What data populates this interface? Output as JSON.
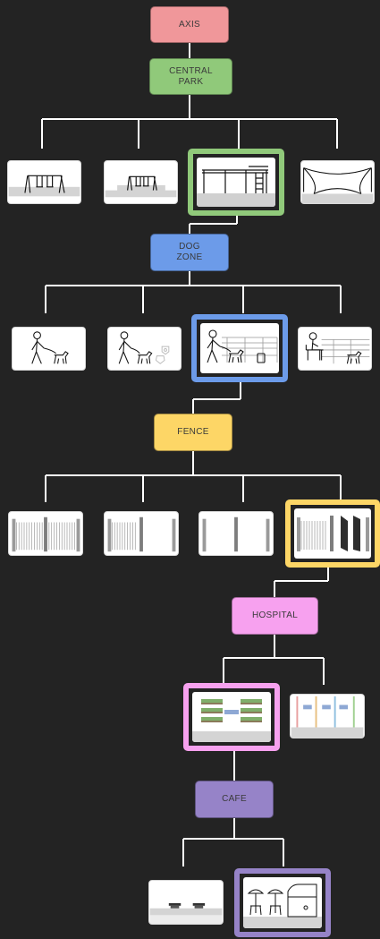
{
  "colors": {
    "background": "#232323",
    "connector": "#ffffff",
    "axis": "#f0979a",
    "central_park": "#90c97a",
    "dog_zone": "#6c9be9",
    "fence": "#fdd666",
    "hospital": "#f7a1ef",
    "cafe": "#9683c8"
  },
  "nodes": {
    "axis": "AXIS",
    "central_park": "CENTRAL\nPARK",
    "dog_zone": "DOG\nZONE",
    "fence": "FENCE",
    "hospital": "HOSPITAL",
    "cafe": "CAFE"
  },
  "options": {
    "central_park": [
      "swing-set",
      "swing-set-raised",
      "pergola-with-ladder",
      "tensile-canopy"
    ],
    "dog_zone": [
      "person-walking-dog",
      "person-walking-dog-with-bin",
      "dog-walk-with-bench-fence",
      "person-on-bench-with-dog"
    ],
    "fence": [
      "slatted-fence-double",
      "slatted-fence-single",
      "post-fence",
      "slatted-fence-with-panels"
    ],
    "hospital": [
      "green-wall-planters",
      "colored-partitions"
    ],
    "cafe": [
      "benches",
      "umbrella-tables-kiosk"
    ]
  },
  "selected": {
    "central_park": 2,
    "dog_zone": 2,
    "fence": 3,
    "hospital": 0,
    "cafe": 1
  }
}
